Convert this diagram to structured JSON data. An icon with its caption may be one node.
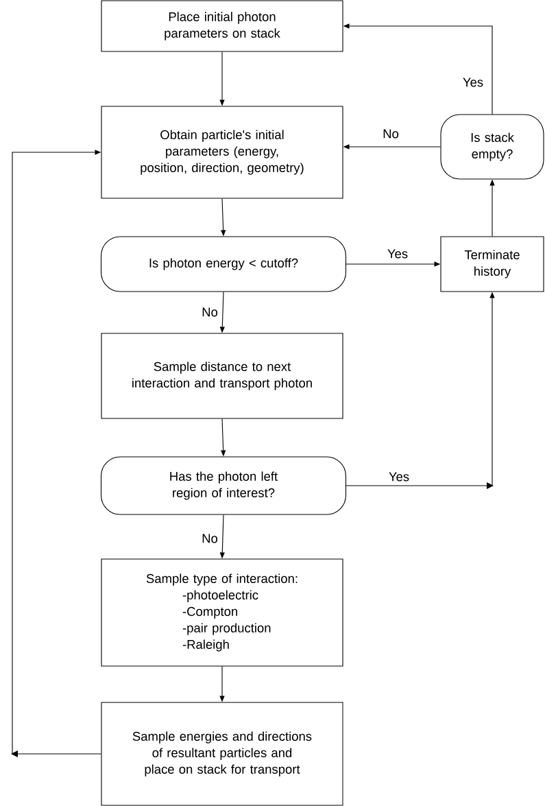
{
  "diagram": {
    "nodes": [
      {
        "text": [
          "Place initial photon parameters on stack"
        ]
      },
      {
        "text": [
          "Obtain particle's initial parameters (energy, position, direction, geometry)"
        ]
      },
      {
        "text": [
          "Is stack empty?"
        ]
      },
      {
        "text": [
          "Is photon energy < cutoff?"
        ]
      },
      {
        "text": [
          "Terminate history"
        ]
      },
      {
        "text": [
          "Sample distance to next interaction and transport photon"
        ]
      },
      {
        "text": [
          "Has the photon left region of interest?"
        ]
      },
      {
        "text": [
          "Sample type of interaction:",
          "-photoelectric",
          "-Compton",
          "-pair production",
          "-Raleigh"
        ]
      },
      {
        "text": [
          "Sample energies and directions of resultant particles and place on stack for transport"
        ]
      }
    ],
    "edges": [
      {
        "from": 0,
        "to": 1,
        "arrow": "to"
      },
      {
        "from": 1,
        "to": 3,
        "arrow": "to"
      },
      {
        "from": 3,
        "to": 4,
        "arrow": "to",
        "label": "Yes"
      },
      {
        "from": 4,
        "to": 2,
        "arrow": "to"
      },
      {
        "from": 2,
        "to": 0,
        "arrow": "to",
        "label": "Yes"
      },
      {
        "from": 2,
        "to": 1,
        "arrow": "to",
        "label": "No"
      },
      {
        "from": 3,
        "to": 5,
        "arrow": "to",
        "label": "No"
      },
      {
        "from": 5,
        "to": 6,
        "arrow": "to"
      },
      {
        "from": 6,
        "to": 4,
        "arrow": "to",
        "label": "Yes"
      },
      {
        "from": 6,
        "to": 7,
        "arrow": "to",
        "label": "No"
      },
      {
        "from": 7,
        "to": 8,
        "arrow": "to"
      },
      {
        "from": 8,
        "to": 1,
        "arrow": "to"
      }
    ]
  }
}
